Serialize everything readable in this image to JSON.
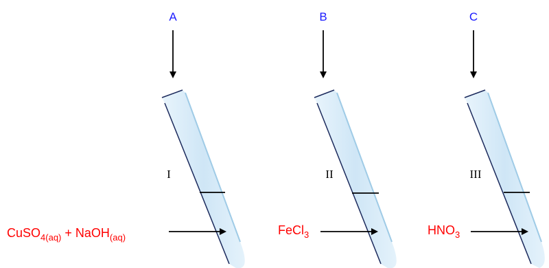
{
  "tubes": [
    {
      "letter": "A",
      "roman": "I",
      "reagent": [
        {
          "t": "CuSO",
          "sub": false
        },
        {
          "t": "4(aq)",
          "sub": true
        },
        {
          "t": " + NaOH",
          "sub": false
        },
        {
          "t": "(aq)",
          "sub": true
        }
      ]
    },
    {
      "letter": "B",
      "roman": "II",
      "reagent": [
        {
          "t": "FeCl",
          "sub": false
        },
        {
          "t": "3",
          "sub": true
        }
      ]
    },
    {
      "letter": "C",
      "roman": "III",
      "reagent": [
        {
          "t": "HNO",
          "sub": false
        },
        {
          "t": "3",
          "sub": true
        }
      ]
    }
  ],
  "colors": {
    "letter": "#1a1aff",
    "reagent": "#ff0000",
    "tube_fill": "#d9eefa",
    "tube_outline": "#1c2a5c"
  }
}
